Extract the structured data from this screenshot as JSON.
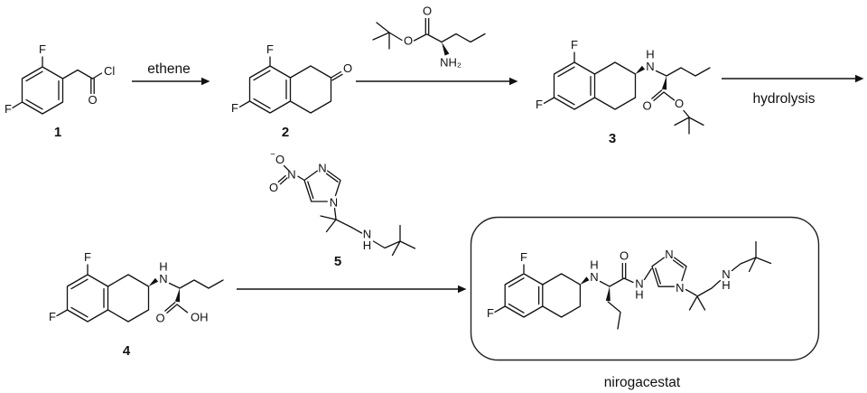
{
  "arrows": {
    "step1_label": "ethene",
    "step3_label": "hydrolysis"
  },
  "compounds": {
    "c1": {
      "number": "1",
      "f_top": "F",
      "f_bottom": "F",
      "cl": "Cl",
      "o": "O"
    },
    "c2": {
      "number": "2",
      "f_top": "F",
      "f_bottom": "F",
      "o": "O"
    },
    "amino_ester": {
      "o_carbonyl": "O",
      "o_ester": "O",
      "nh2": "NH₂"
    },
    "c3": {
      "number": "3",
      "f_top": "F",
      "f_bottom": "F",
      "n_h": "H",
      "n": "N",
      "o_carbonyl": "O",
      "o_ester": "O"
    },
    "c4": {
      "number": "4",
      "f_top": "F",
      "f_bottom": "F",
      "n_h": "H",
      "n": "N",
      "o_carbonyl": "O",
      "oh": "OH"
    },
    "c5": {
      "number": "5",
      "charge": "−",
      "o_minus": "O",
      "n_nitro": "N",
      "o_nitro": "O",
      "ring_n3": "N",
      "ring_n1": "N",
      "amine_n": "N",
      "amine_h": "H"
    },
    "product": {
      "name": "nirogacestat",
      "f_top": "F",
      "f_bottom": "F",
      "amine_h": "H",
      "amine_n": "N",
      "o_amide": "O",
      "amide_n": "N",
      "amide_h": "H",
      "ring_n3": "N",
      "ring_n1": "N",
      "chain_n": "N",
      "chain_h": "H"
    }
  }
}
